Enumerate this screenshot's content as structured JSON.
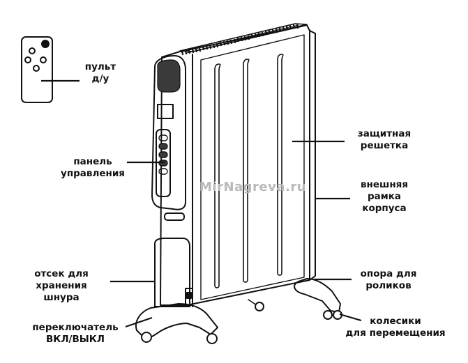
{
  "watermark": "MirNagreva.ru",
  "labels": {
    "remote": "пульт\nд/у",
    "control_panel": "панель\nуправления",
    "protective_grill": "защитная\nрешетка",
    "outer_frame": "внешняя\nрамка\nкорпуса",
    "cord_storage": "отсек для\nхранения\nшнура",
    "caster_support": "опора для\nроликов",
    "power_switch": "переключатель\nВКЛ/ВЫКЛ",
    "wheels": "колесики\nдля перемещения"
  },
  "colors": {
    "line": "#111111",
    "watermark": "#b9b9b9",
    "shade": "#3a3a3a"
  }
}
